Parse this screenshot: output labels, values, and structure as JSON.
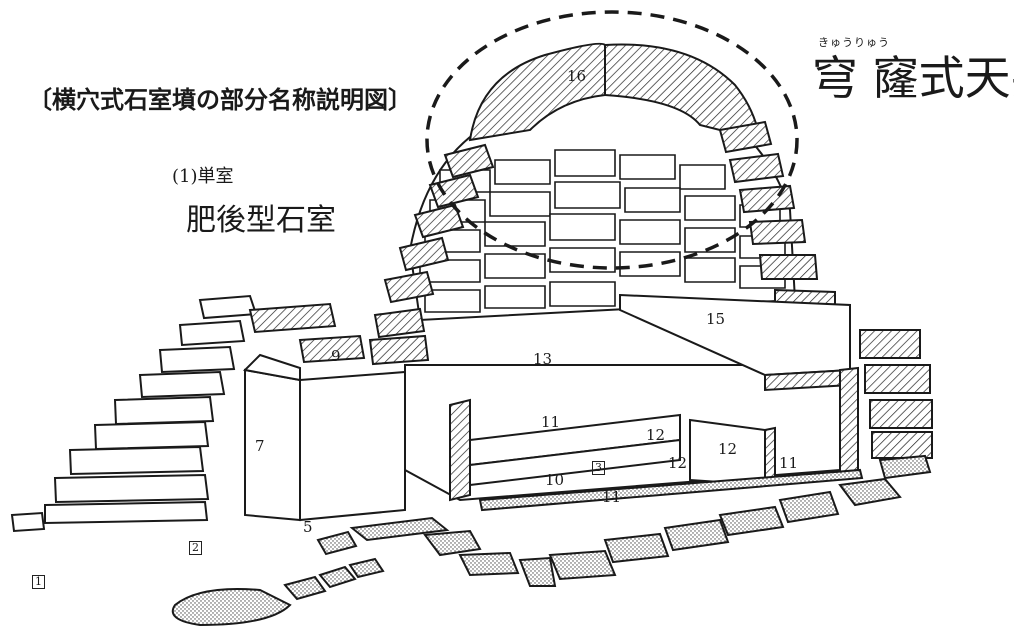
{
  "title": "〔横穴式石室墳の部分名称説明図〕",
  "subtitle": "(1)単室",
  "chamber_type": "肥後型石室",
  "ceiling": {
    "ruby": "きゅうりゅう",
    "name": "穹 窿式天井"
  },
  "part_numbers": {
    "n16": "16",
    "n15": "15",
    "n13": "13",
    "n11a": "11",
    "n12a": "12",
    "n12b": "12",
    "n12c": "12",
    "n11b": "11",
    "n10": "10",
    "n3": "3",
    "n11c": "11",
    "n9": "9",
    "n7": "7",
    "n5": "5",
    "n2": "2",
    "n1": "1"
  },
  "colors": {
    "ink": "#1a1a1a",
    "hatch": "#2a2a2a",
    "stipple": "#9a9a9a"
  }
}
